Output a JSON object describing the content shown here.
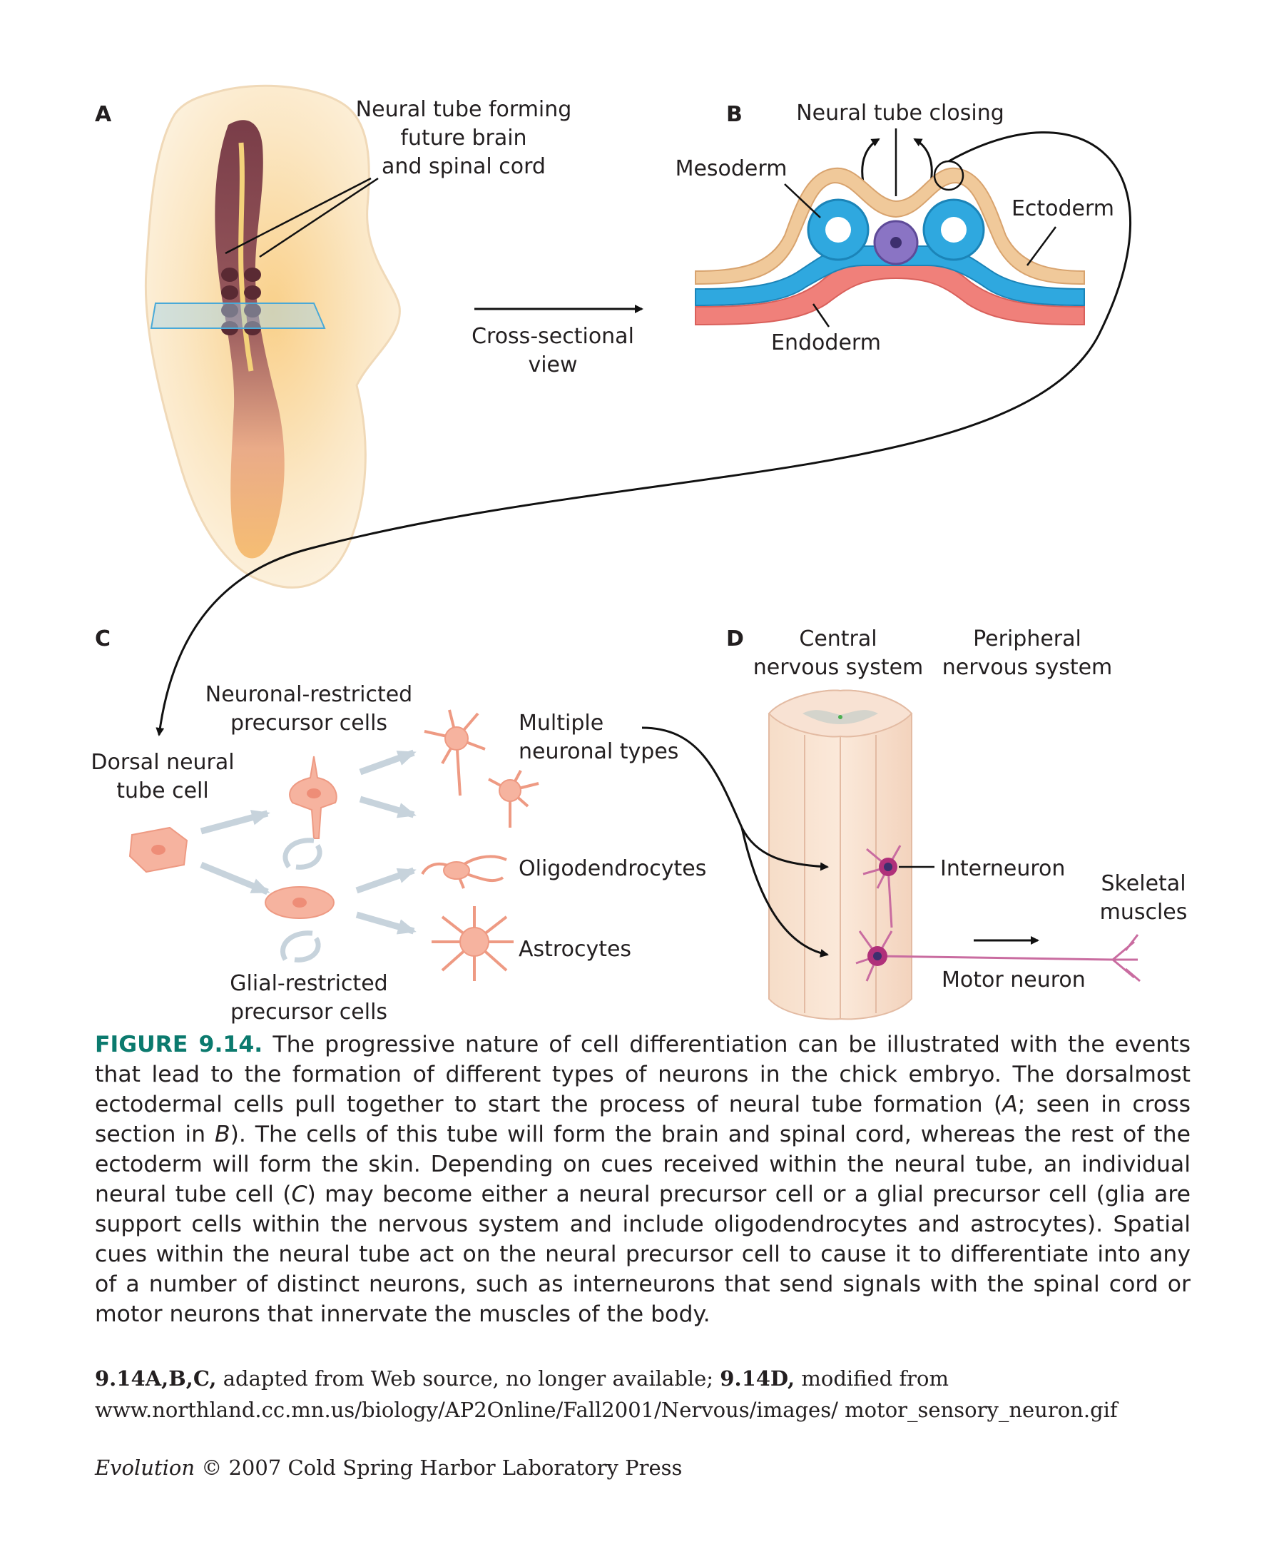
{
  "panels": {
    "a": {
      "letter": "A",
      "neural_tube_label_1": "Neural tube forming",
      "neural_tube_label_2": "future brain",
      "neural_tube_label_3": "and spinal cord",
      "cross_section_label_1": "Cross-sectional",
      "cross_section_label_2": "view"
    },
    "b": {
      "letter": "B",
      "closing_label": "Neural tube closing",
      "mesoderm_label": "Mesoderm",
      "ectoderm_label": "Ectoderm",
      "endoderm_label": "Endoderm"
    },
    "c": {
      "letter": "C",
      "neuronal_label_1": "Neuronal-restricted",
      "neuronal_label_2": "precursor cells",
      "dorsal_label_1": "Dorsal neural",
      "dorsal_label_2": "tube cell",
      "multiple_label_1": "Multiple",
      "multiple_label_2": "neuronal types",
      "oligo_label": "Oligodendrocytes",
      "astro_label": "Astrocytes",
      "glial_label_1": "Glial-restricted",
      "glial_label_2": "precursor cells"
    },
    "d": {
      "letter": "D",
      "cns_label_1": "Central",
      "cns_label_2": "nervous system",
      "pns_label_1": "Peripheral",
      "pns_label_2": "nervous system",
      "interneuron_label": "Interneuron",
      "motor_label": "Motor neuron",
      "skeletal_label_1": "Skeletal",
      "skeletal_label_2": "muscles"
    }
  },
  "caption": {
    "figure_number": "FIGURE 9.14.",
    "text_1": " The progressive nature of cell differentiation can be illustrated with the events that lead to the formation of different types of neurons in the chick embryo. The dorsalmost ectodermal cells pull together to start the process of neural tube formation (",
    "ref_a": "A",
    "text_2": "; seen in cross section in ",
    "ref_b": "B",
    "text_3": "). The cells of this tube will form the brain and spinal cord, whereas the rest of the ectoderm will form the skin. Depending on cues received within the neural tube, an individual neural tube cell (",
    "ref_c": "C",
    "text_4": ") may become either a neural precursor cell or a glial precursor cell (glia are support cells within the nervous system and include oligodendrocytes and astrocytes). Spatial cues within the neural tube act on the neural precursor cell to cause it to differentiate into any of a number of distinct neurons, such as interneurons that send signals with the spinal cord or motor neurons that innervate the muscles of the body."
  },
  "credits": {
    "abc_ref": "9.14A,B,C,",
    "abc_text": " adapted from Web source, no longer available; ",
    "d_ref": "9.14D,",
    "d_text": " modified from www.northland.cc.mn.us/biology/AP2Online/Fall2001/Nervous/images/ motor_sensory_neuron.gif"
  },
  "copyright": {
    "title": "Evolution",
    "text": " © 2007 Cold Spring Harbor Laboratory Press"
  },
  "colors": {
    "caption_accent": "#0b7a6e",
    "ectoderm": "#f0c99a",
    "mesoderm": "#2fa8df",
    "endoderm": "#f0807a",
    "notochord": "#8a74c4",
    "cell": "#f6b39f",
    "neuron": "#b0307a"
  }
}
